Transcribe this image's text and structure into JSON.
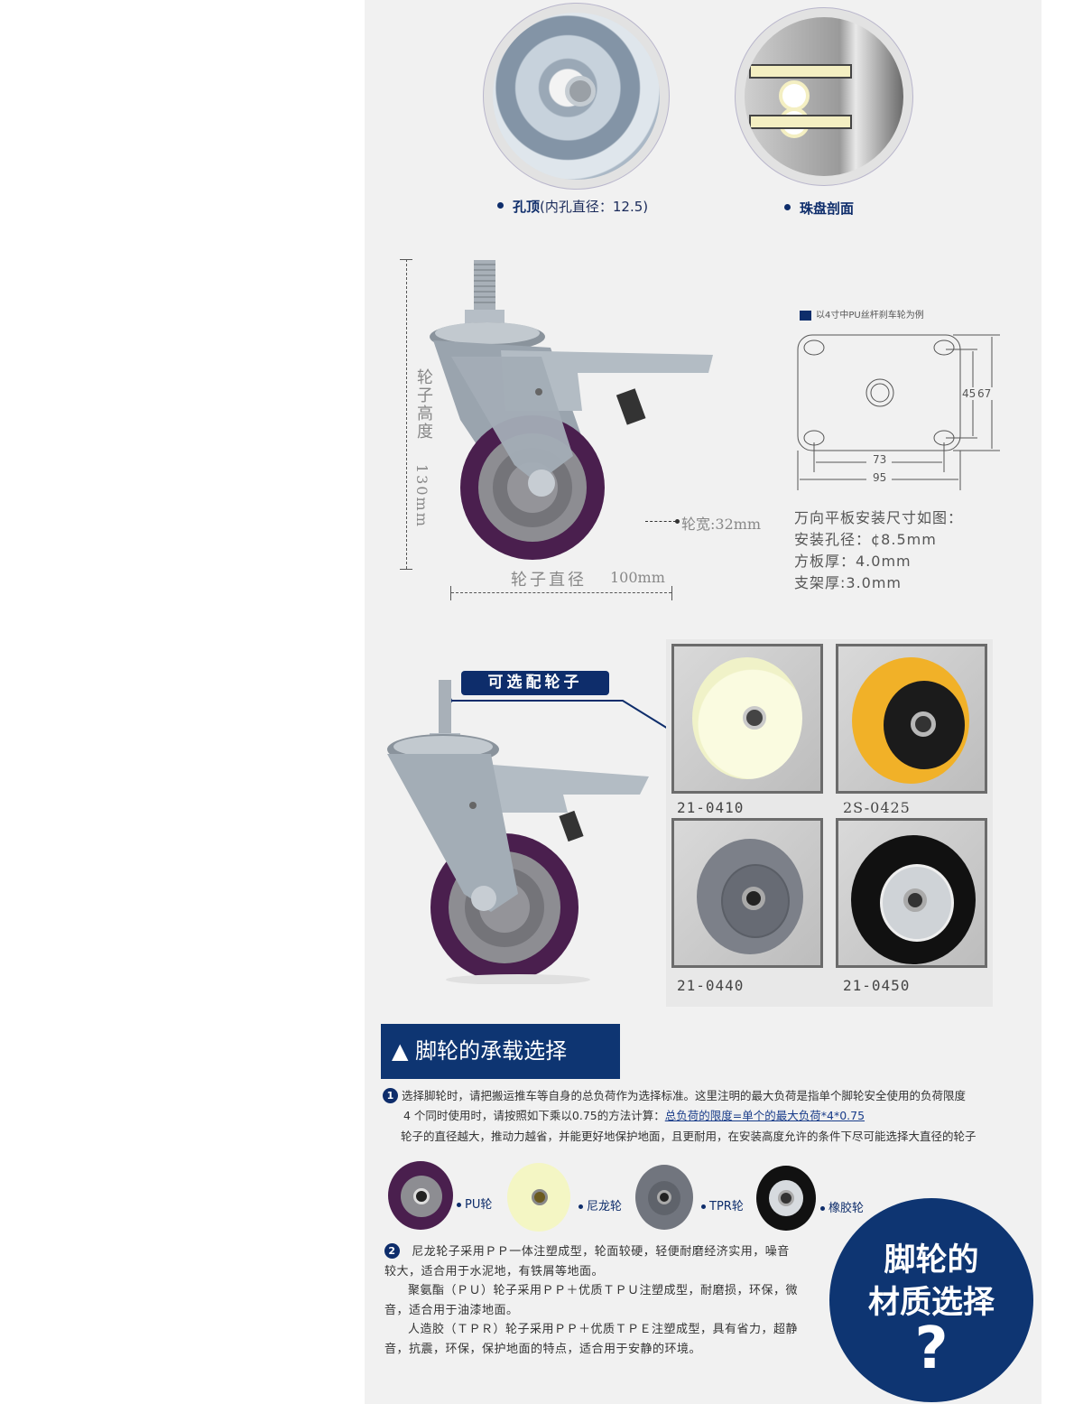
{
  "details": {
    "hole_top": {
      "bold": "孔顶",
      "text": "(内孔直径：12.5)"
    },
    "bead_section": {
      "bold": "珠盘剖面"
    }
  },
  "dimensions": {
    "height_label": "轮子高度",
    "height_value": "130mm",
    "width_label": "轮宽:32mm",
    "diameter_label": "轮子直径",
    "diameter_value": "100mm"
  },
  "plate": {
    "legend": "以4寸中PU丝杆刹车轮为例",
    "dims": {
      "inner_h": "45",
      "outer_h": "67",
      "inner_w": "73",
      "outer_w": "95"
    },
    "spec_lines": [
      "万向平板安装尺寸如图：",
      "安装孔径：¢8.5mm",
      "方板厚：4.0mm",
      "支架厚:3.0mm"
    ]
  },
  "optional": {
    "badge": "可选配轮子",
    "wheels": [
      {
        "code": "21-0410",
        "type": "nylon"
      },
      {
        "code": "2S-0425",
        "type": "pu-orange"
      },
      {
        "code": "21-0440",
        "type": "tpr"
      },
      {
        "code": "21-0450",
        "type": "rubber"
      }
    ]
  },
  "load": {
    "title": "▲ 脚轮的承载选择",
    "badge1": "1",
    "line1": "选择脚轮时，请把搬运推车等自身的总负荷作为选择标准。这里注明的最大负荷是指单个脚轮安全使用的负荷限度",
    "line2_prefix": "4 个同时使用时，请按照如下乘以0.75的方法计算：",
    "line2_link": "总负荷的限度=单个的最大负荷*4*0.75",
    "line3": "轮子的直径越大，推动力越省，并能更好地保护地面，且更耐用，在安装高度允许的条件下尽可能选择大直径的轮子"
  },
  "materials": {
    "items": [
      {
        "label": "PU轮"
      },
      {
        "label": "尼龙轮"
      },
      {
        "label": "TPR轮"
      },
      {
        "label": "橡胶轮"
      }
    ],
    "badge2": "2",
    "desc": [
      "尼龙轮子采用ＰＰ一体注塑成型，轮面较硬，轻便耐磨经济实用，噪音较大，适合用于水泥地，有铁屑等地面。",
      "聚氨酯（ＰＵ）轮子采用ＰＰ＋优质ＴＰＵ注塑成型，耐磨损，环保，微音，适合用于油漆地面。",
      "人造胶（ＴＰＲ）轮子采用ＰＰ＋优质ＴＰＥ注塑成型，具有省力，超静音，抗震，环保，保护地面的特点，适合用于安静的环境。"
    ],
    "circle": {
      "line1": "脚轮的",
      "line2": "材质选择",
      "line3": "?"
    }
  },
  "colors": {
    "brand": "#0e3572",
    "panel_bg": "#f1f1f1",
    "pu_purple": "#4a1f4e"
  }
}
